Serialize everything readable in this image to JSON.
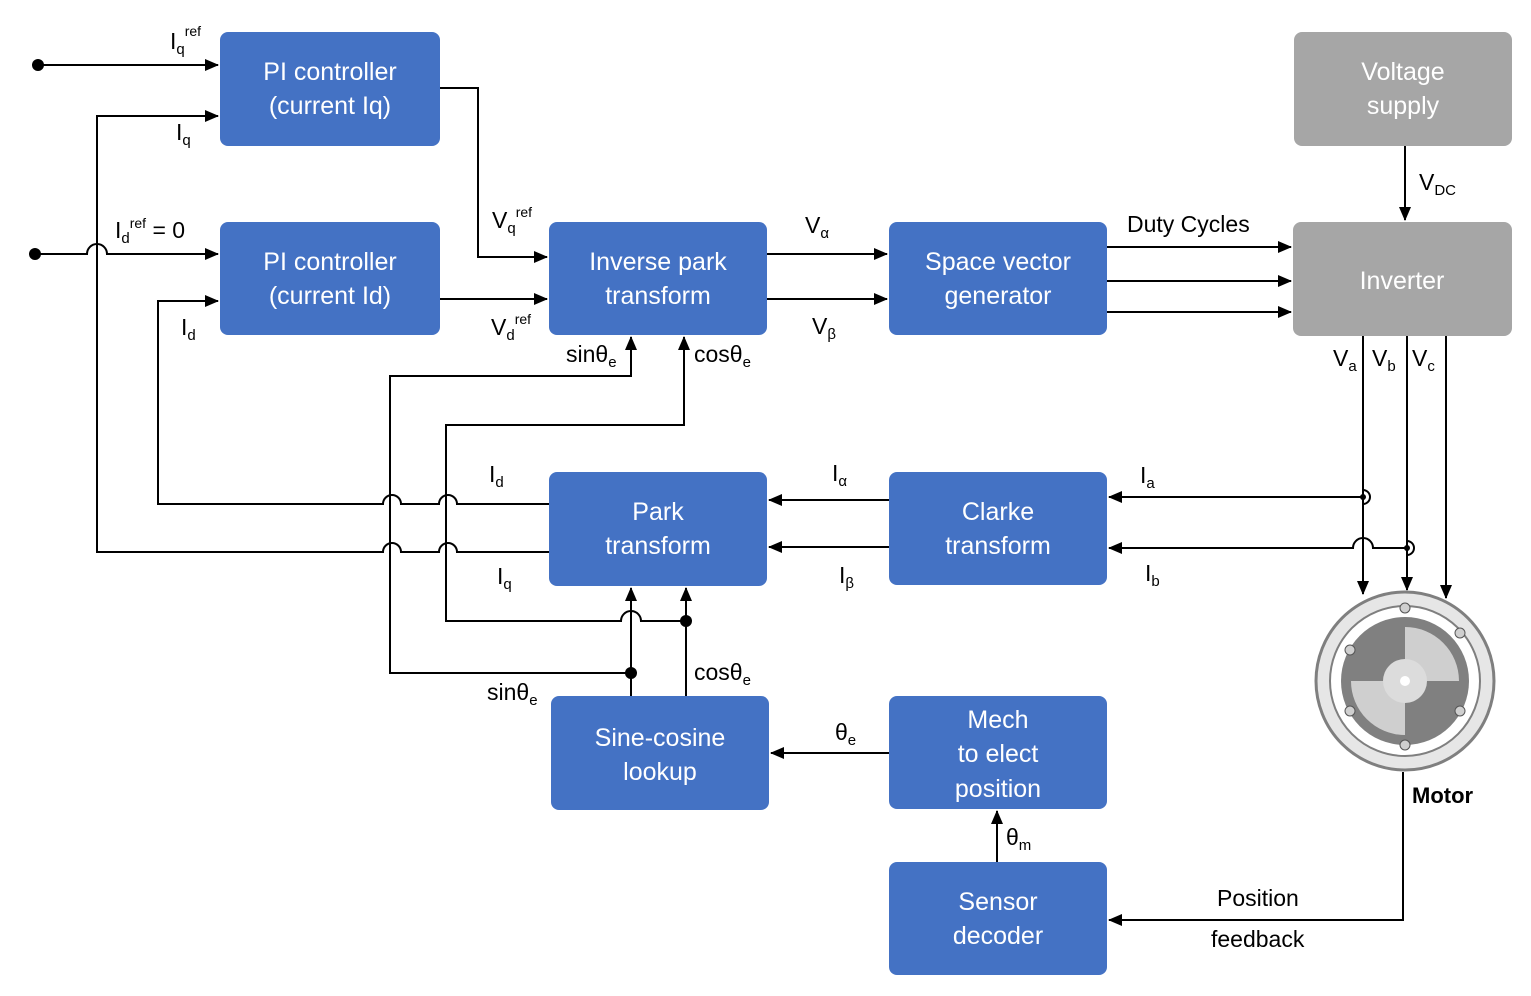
{
  "blocks": {
    "pi_iq": [
      "PI controller",
      "(current Iq)"
    ],
    "pi_id": [
      "PI controller",
      "(current Id)"
    ],
    "inv_park": [
      "Inverse park",
      "transform"
    ],
    "svg": [
      "Space vector",
      "generator"
    ],
    "voltage": [
      "Voltage",
      "supply"
    ],
    "inverter": [
      "Inverter"
    ],
    "park": [
      "Park",
      "transform"
    ],
    "clarke": [
      "Clarke",
      "transform"
    ],
    "sincos": [
      "Sine-cosine",
      "lookup"
    ],
    "mech": [
      "Mech",
      "to elect",
      "position"
    ],
    "sensor": [
      "Sensor",
      "decoder"
    ]
  },
  "labels": {
    "iq_ref": {
      "main": "I",
      "sub": "q",
      "sup": "ref"
    },
    "iq_fb": {
      "main": "I",
      "sub": "q"
    },
    "id_ref": {
      "main": "I",
      "sub": "d",
      "sup": "ref",
      "tail": " = 0"
    },
    "id_fb": {
      "main": "I",
      "sub": "d"
    },
    "vq_ref": {
      "main": "V",
      "sub": "q",
      "sup": "ref"
    },
    "vd_ref": {
      "main": "V",
      "sub": "d",
      "sup": "ref"
    },
    "v_alpha": {
      "main": "V",
      "sub": "α"
    },
    "v_beta": {
      "main": "V",
      "sub": "β"
    },
    "duty": "Duty Cycles",
    "vdc": {
      "main": "V",
      "sub": "DC"
    },
    "va": {
      "main": "V",
      "sub": "a"
    },
    "vb": {
      "main": "V",
      "sub": "b"
    },
    "vc": {
      "main": "V",
      "sub": "c"
    },
    "sin_top": {
      "main": "sinθ",
      "sub": "e"
    },
    "cos_top": {
      "main": "cosθ",
      "sub": "e"
    },
    "id_park": {
      "main": "I",
      "sub": "d"
    },
    "iq_park": {
      "main": "I",
      "sub": "q"
    },
    "i_alpha": {
      "main": "I",
      "sub": "α"
    },
    "i_beta": {
      "main": "I",
      "sub": "β"
    },
    "ia": {
      "main": "I",
      "sub": "a"
    },
    "ib": {
      "main": "I",
      "sub": "b"
    },
    "cos_bottom": {
      "main": "cosθ",
      "sub": "e"
    },
    "sin_bottom": {
      "main": "sinθ",
      "sub": "e"
    },
    "theta_e": {
      "main": "θ",
      "sub": "e"
    },
    "theta_m": {
      "main": "θ",
      "sub": "m"
    },
    "motor": "Motor",
    "pos_feedback": [
      "Position",
      "feedback"
    ]
  },
  "colors": {
    "block": "#4472c4",
    "block_gray": "#a6a6a6",
    "line": "#000000"
  }
}
